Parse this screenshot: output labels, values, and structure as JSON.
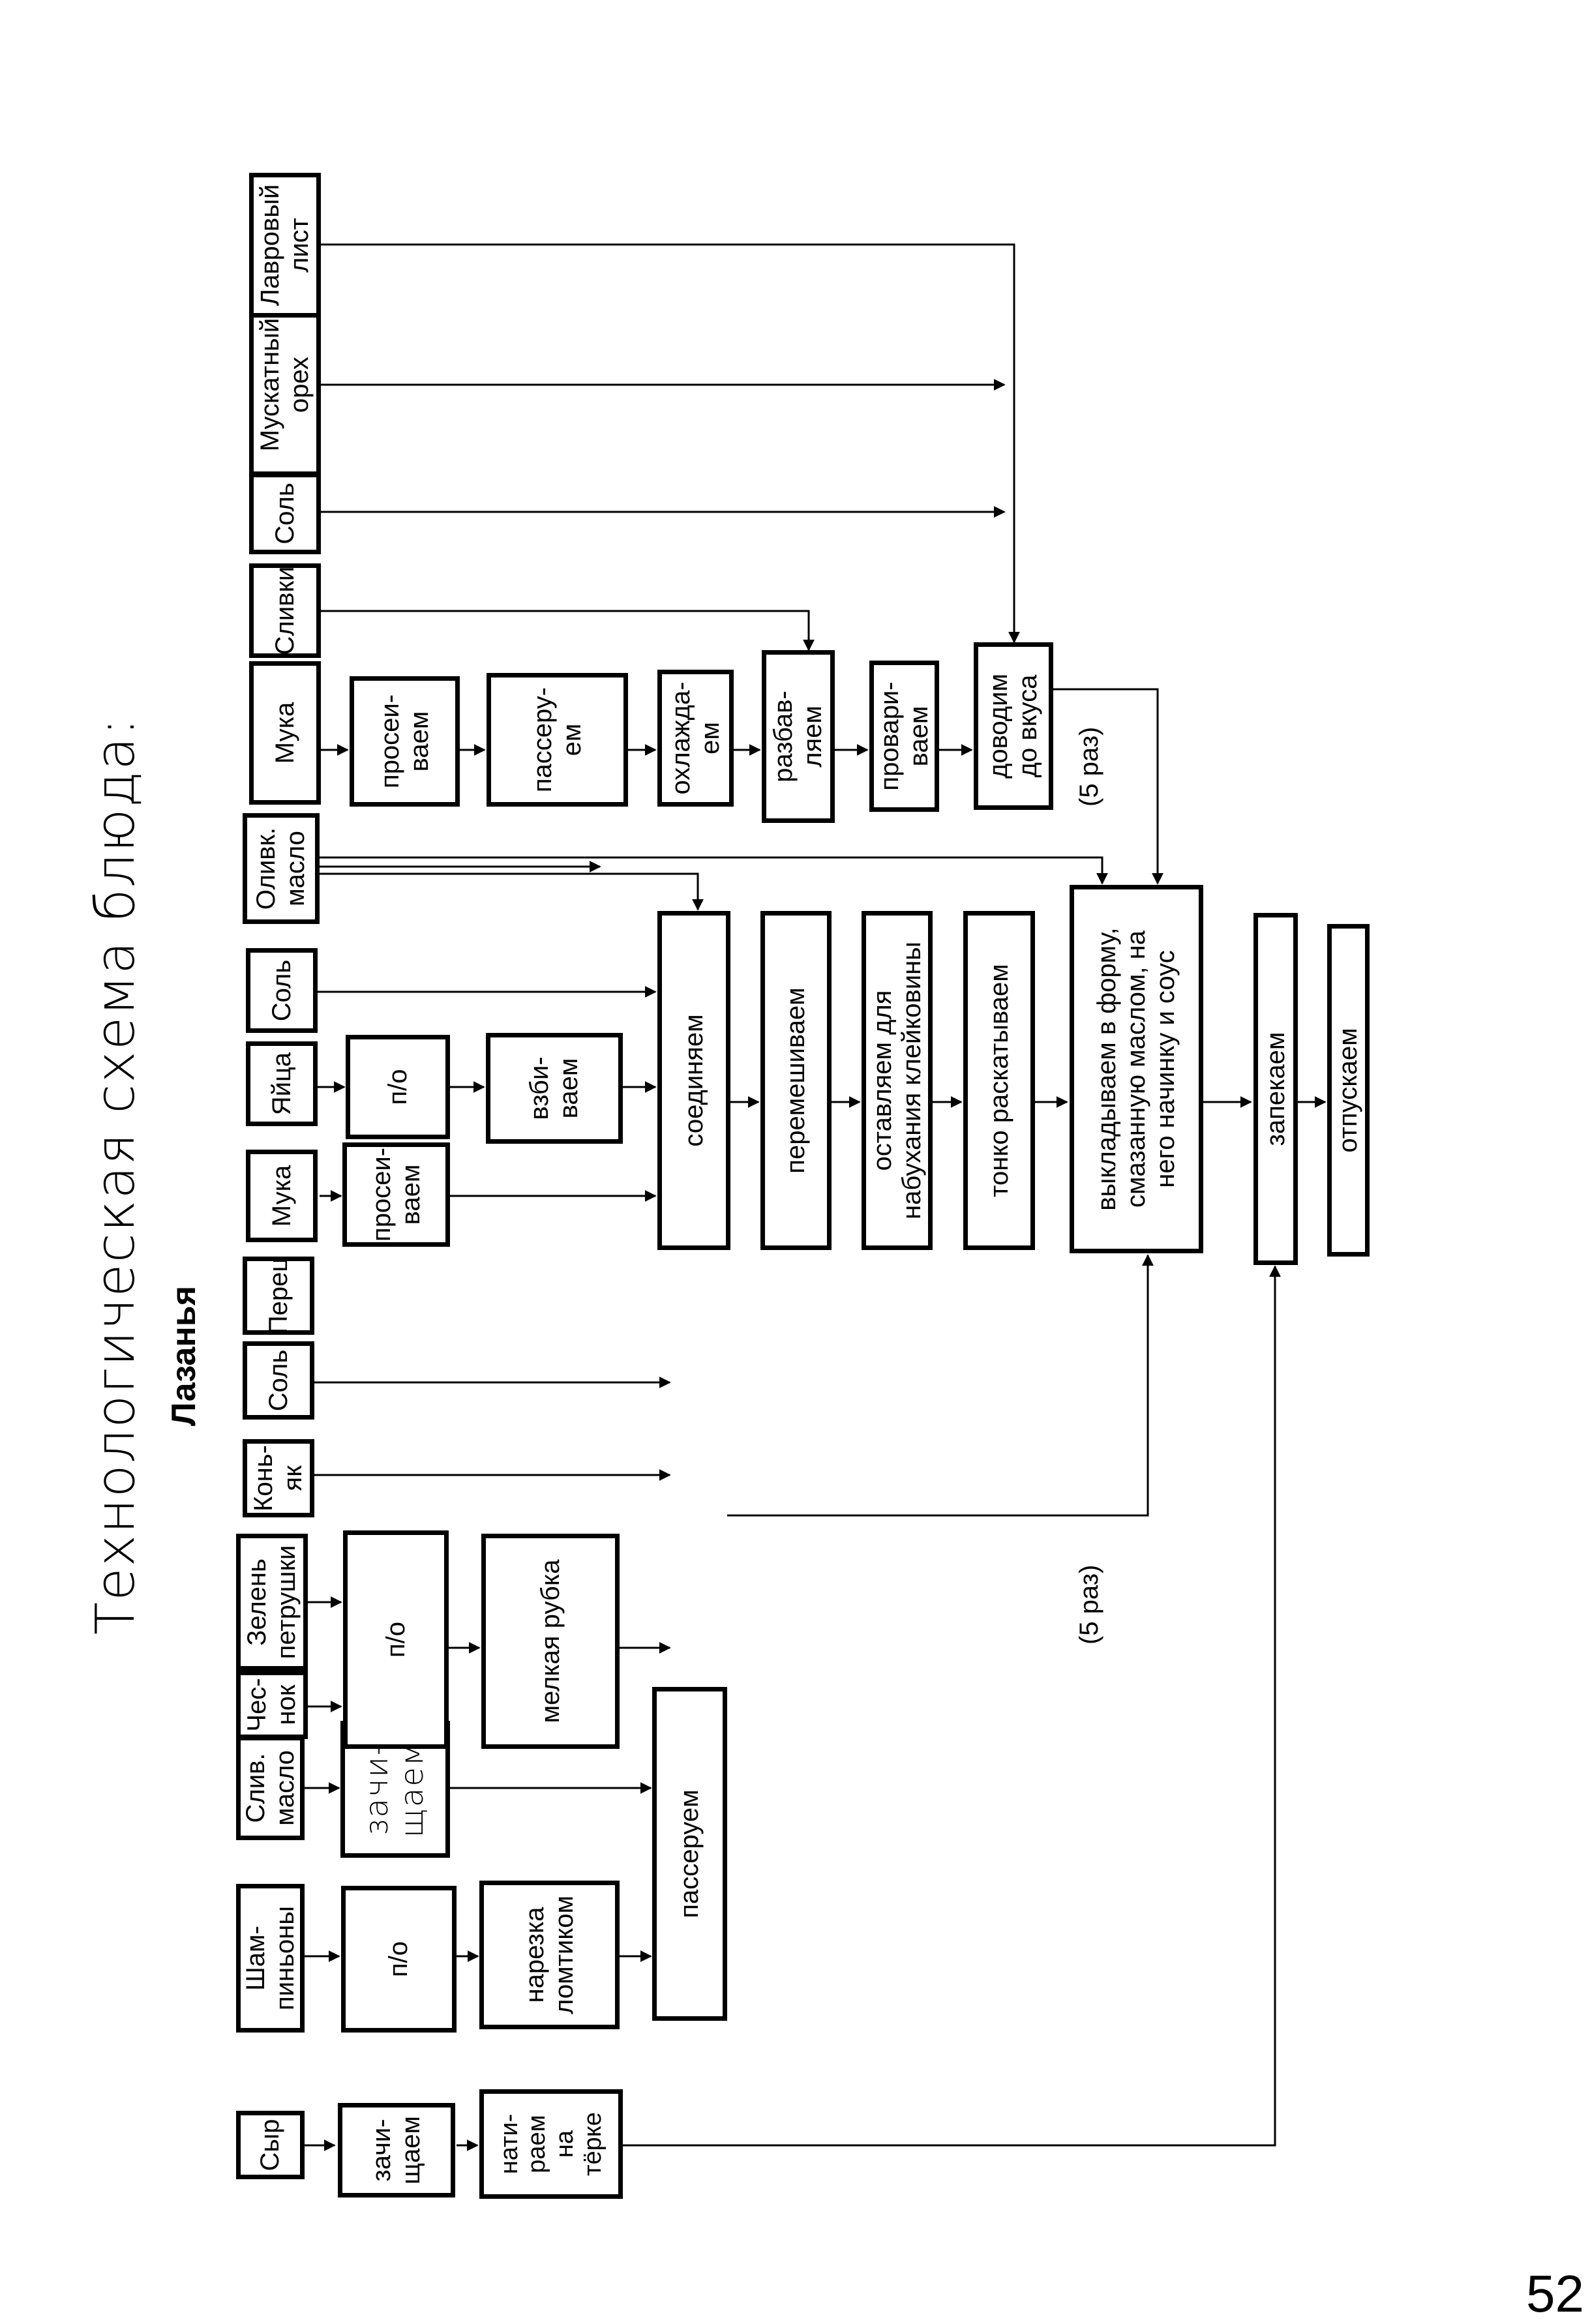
{
  "heading": "Технологическая схема блюда:",
  "subtitle": "Лазанья",
  "page_number": "52",
  "repeat_note_sauce": "(5 раз)",
  "repeat_note_filling": "(5 раз)",
  "ingredients": {
    "cheese": "Сыр",
    "mushrooms": "Шам-\nпиньоны",
    "butter": "Слив.\nмасло",
    "garlic": "Чес-\nнок",
    "parsley": "Зелень\nпетрушки",
    "cognac": "Конь-\nяк",
    "salt_filling": "Соль",
    "pepper": "Перец",
    "flour_dough": "Мука",
    "eggs": "Яйца",
    "salt_dough": "Соль",
    "olive_oil": "Оливк.\nмасло",
    "flour_sauce": "Мука",
    "cream": "Сливки",
    "salt_sauce": "Соль",
    "nutmeg": "Мускатный\nорех",
    "bay_leaf": "Лавровый\nлист"
  },
  "steps": {
    "cheese_clean": "зачи-\nщаем",
    "cheese_grate": "нати-\nраем\nна\nтёрке",
    "mushroom_po": "п/о",
    "mushroom_slice": "нарезка\nломтиком",
    "butter_clean": "зачи-\nщаем",
    "greens_po": "п/о",
    "greens_chop": "мелкая рубка",
    "saute_filling": "пассеруем",
    "flour_sift": "просеи-\nваем",
    "eggs_po": "п/о",
    "eggs_beat": "взби-\nваем",
    "combine": "соединяем",
    "mix": "перемешиваем",
    "rest": "оставляем для\nнабухания клейковины",
    "roll": "тонко раскатываем",
    "assemble": "выкладываем в форму,\nсмазанную маслом, на\nнего начинку и соус",
    "bake": "запекаем",
    "serve": "отпускаем",
    "sauce_sift": "просеи-\nваем",
    "sauce_saute": "пассеру-\nем",
    "sauce_cool": "охлажда-\nем",
    "sauce_dilute": "разбав-\nляем",
    "sauce_boil": "провари-\nваем",
    "sauce_season": "доводим\nдо вкуса"
  }
}
